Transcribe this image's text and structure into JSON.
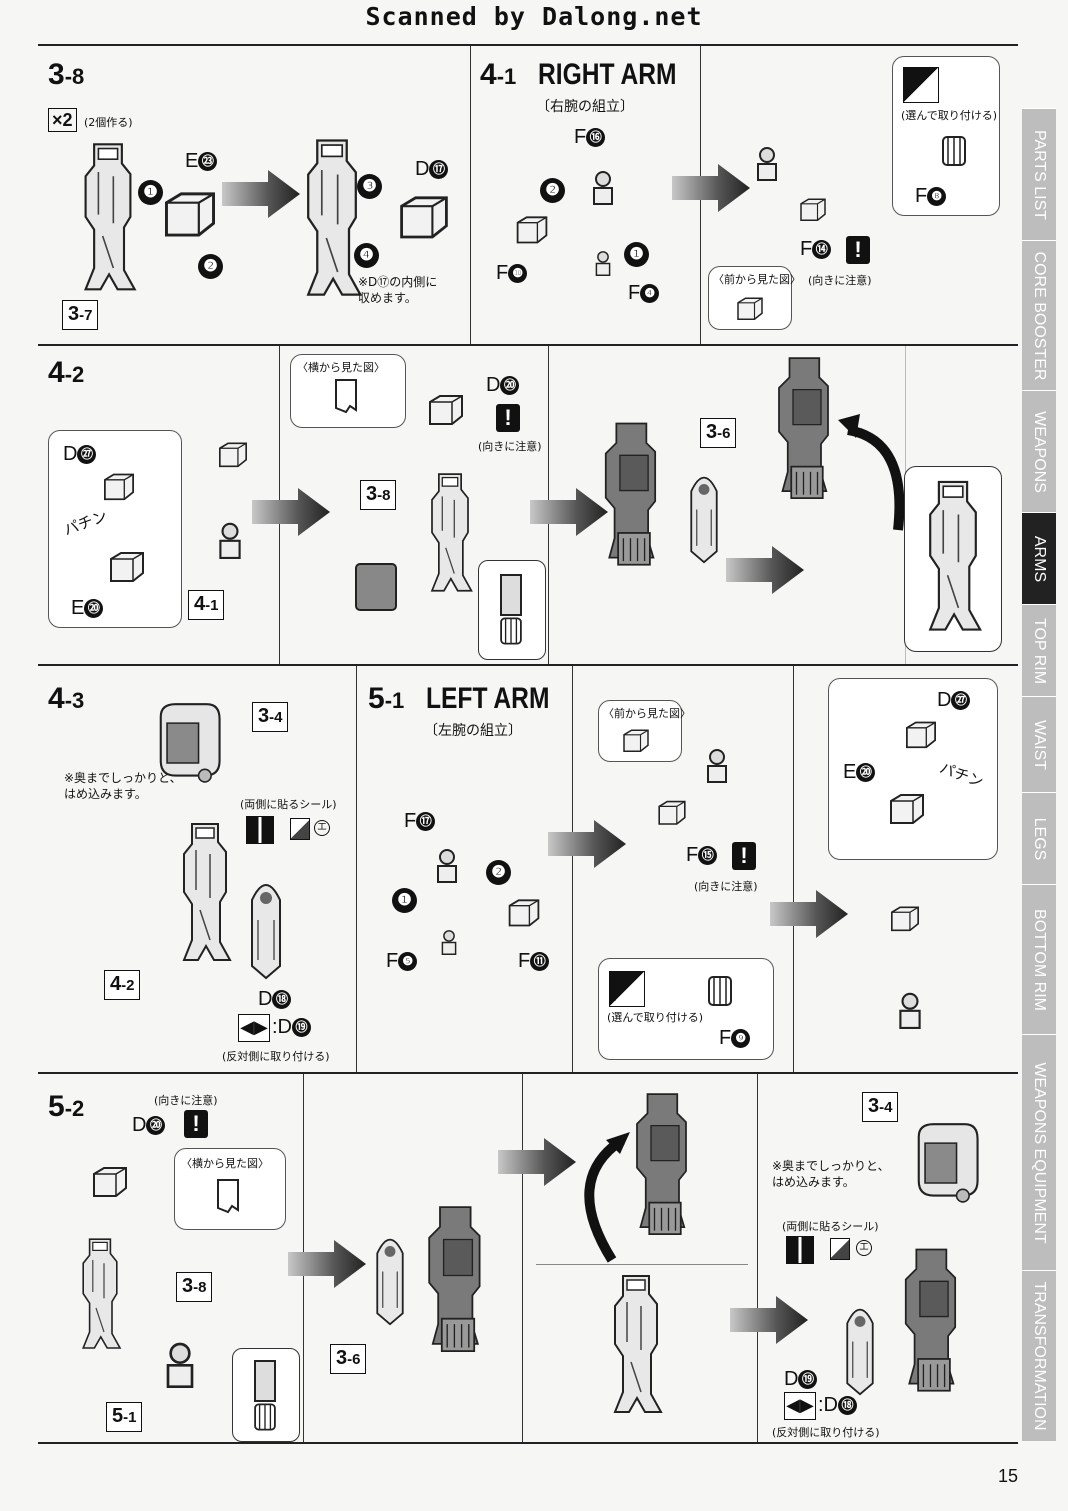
{
  "banner": "Scanned by Dalong.net",
  "page_number": "15",
  "side_tabs": [
    {
      "label": "PARTS LIST",
      "active": false
    },
    {
      "label": "CORE BOOSTER",
      "active": false
    },
    {
      "label": "WEAPONS",
      "active": false
    },
    {
      "label": "ARMS",
      "active": true
    },
    {
      "label": "TOP RIM",
      "active": false
    },
    {
      "label": "WAIST",
      "active": false
    },
    {
      "label": "LEGS",
      "active": false
    },
    {
      "label": "BOTTOM RIM",
      "active": false
    },
    {
      "label": "WEAPONS EQUIPMENT",
      "active": false
    },
    {
      "label": "TRANSFORMATION",
      "active": false
    }
  ],
  "step_3_8": {
    "major": "3",
    "minor": "-8",
    "multiplier": "×2",
    "multiplier_note": "(2個作る)",
    "ref_3_7": {
      "major": "3",
      "minor": "-7"
    },
    "parts": {
      "e23": "E",
      "e23_n": "㉓",
      "d17": "D",
      "d17_n": "⑰"
    },
    "nums": [
      "❶",
      "❷",
      "❸",
      "❹"
    ],
    "note": "※D⑰の内側に\n収めます。"
  },
  "step_4_1": {
    "major": "4",
    "minor": "-1",
    "title": "RIGHT ARM",
    "subtitle": "〔右腕の組立〕",
    "parts": {
      "f16": "F",
      "f16_n": "⑯",
      "f10": "F",
      "f10_n": "❿",
      "f4": "F",
      "f4_n": "❹",
      "f14": "F",
      "f14_n": "⑭",
      "f8": "F",
      "f8_n": "❽"
    },
    "nums": [
      "❶",
      "❷"
    ],
    "choose_note": "(選んで取り付ける)",
    "front_view": "〈前から見た図〉",
    "orient_note": "(向きに注意)",
    "warn": "!"
  },
  "step_4_2": {
    "major": "4",
    "minor": "-2",
    "side_view": "〈横から見た図〉",
    "parts": {
      "d27": "D",
      "d27_n": "㉗",
      "e20": "E",
      "e20_n": "⑳",
      "d20": "D",
      "d20_n": "⑳"
    },
    "click": "パチン",
    "orient_note": "(向きに注意)",
    "ref_4_1": {
      "major": "4",
      "minor": "-1"
    },
    "ref_3_8": {
      "major": "3",
      "minor": "-8"
    },
    "ref_3_6": {
      "major": "3",
      "minor": "-6"
    },
    "warn": "!"
  },
  "step_4_3": {
    "major": "4",
    "minor": "-3",
    "ref_3_4": {
      "major": "3",
      "minor": "-4"
    },
    "ref_4_2": {
      "major": "4",
      "minor": "-2"
    },
    "note": "※奥までしっかりと、\nはめ込みます。",
    "sticker_note": "(両側に貼るシール)",
    "parts": {
      "d18": "D",
      "d18_n": "⑱",
      "d19": ":D",
      "d19_n": "⑲"
    },
    "opposite_note": "(反対側に取り付ける)"
  },
  "step_5_1": {
    "major": "5",
    "minor": "-1",
    "title": "LEFT ARM",
    "subtitle": "〔左腕の組立〕",
    "front_view": "〈前から見た図〉",
    "parts": {
      "f17": "F",
      "f17_n": "⑰",
      "f5": "F",
      "f5_n": "❺",
      "f11": "F",
      "f11_n": "⑪",
      "f15": "F",
      "f15_n": "⑮",
      "f9": "F",
      "f9_n": "❾",
      "d27": "D",
      "d27_n": "㉗",
      "e20": "E",
      "e20_n": "⑳"
    },
    "nums": [
      "❶",
      "❷"
    ],
    "orient_note": "(向きに注意)",
    "choose_note": "(選んで取り付ける)",
    "click": "パチン",
    "warn": "!"
  },
  "step_5_2": {
    "major": "5",
    "minor": "-2",
    "orient_note": "(向きに注意)",
    "side_view": "〈横から見た図〉",
    "parts": {
      "d20": "D",
      "d20_n": "⑳",
      "d19": "D",
      "d19_n": "⑲",
      "d18": ":D",
      "d18_n": "⑱"
    },
    "ref_3_8": {
      "major": "3",
      "minor": "-8"
    },
    "ref_5_1": {
      "major": "5",
      "minor": "-1"
    },
    "ref_3_6": {
      "major": "3",
      "minor": "-6"
    },
    "ref_3_4": {
      "major": "3",
      "minor": "-4"
    },
    "note": "※奥までしっかりと、\nはめ込みます。",
    "sticker_note": "(両側に貼るシール)",
    "opposite_note": "(反対側に取り付ける)",
    "warn": "!"
  }
}
